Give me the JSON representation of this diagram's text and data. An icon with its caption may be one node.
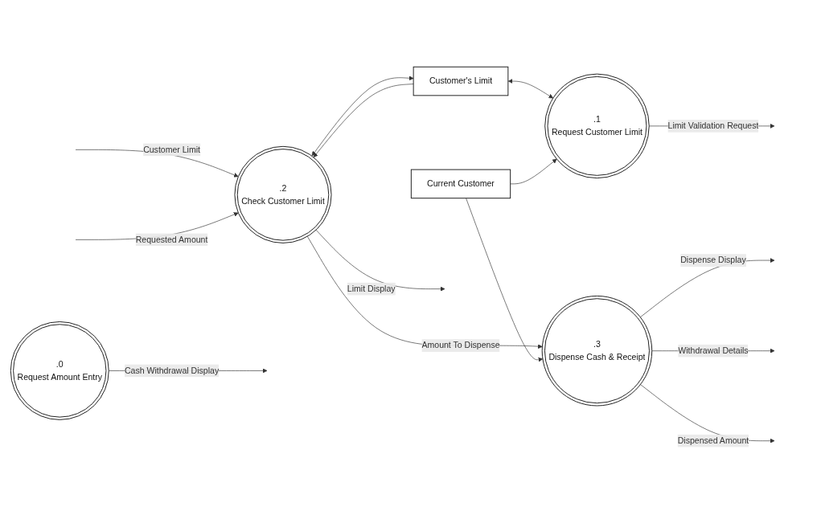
{
  "diagram": {
    "nodes": [
      {
        "text": [
          ".0",
          "Request Amount Entry"
        ]
      },
      {
        "text": [
          ".2",
          "Check Customer Limit"
        ]
      },
      {
        "text": [
          "Customer's Limit"
        ]
      },
      {
        "text": [
          ".1",
          "Request Customer Limit"
        ]
      },
      {
        "text": [
          ".3",
          "Dispense Cash & Receipt"
        ]
      },
      {
        "text": [
          "Current Customer"
        ]
      }
    ],
    "edges": [
      {
        "from": 0,
        "to": null,
        "arrow": "to",
        "label": "Cash Withdrawal Display"
      },
      {
        "from": null,
        "to": 1,
        "arrow": "to",
        "label": "Customer Limit"
      },
      {
        "from": null,
        "to": 1,
        "arrow": "to",
        "label": "Requested Amount"
      },
      {
        "from": 2,
        "to": 1,
        "arrow": "to"
      },
      {
        "from": 1,
        "to": 2,
        "arrow": "both"
      },
      {
        "from": 1,
        "to": null,
        "arrow": "to",
        "label": "Limit Display"
      },
      {
        "from": 1,
        "to": 4,
        "arrow": "to",
        "label": "Amount To Dispense"
      },
      {
        "from": 2,
        "to": 3,
        "arrow": "both"
      },
      {
        "from": 3,
        "to": null,
        "arrow": "to",
        "label": "Limit Validation Request"
      },
      {
        "from": 5,
        "to": 3,
        "arrow": "to"
      },
      {
        "from": 5,
        "to": 4,
        "arrow": "to"
      },
      {
        "from": 4,
        "to": null,
        "arrow": "to",
        "label": "Dispense Display"
      },
      {
        "from": 4,
        "to": null,
        "arrow": "to",
        "label": "Withdrawal Details"
      },
      {
        "from": 4,
        "to": null,
        "arrow": "to",
        "label": "Dispensed Amount"
      }
    ]
  }
}
